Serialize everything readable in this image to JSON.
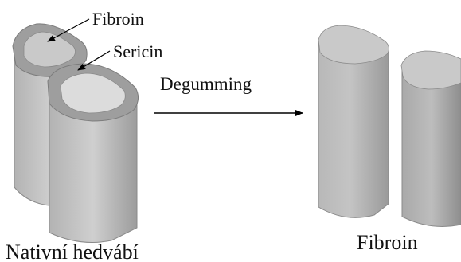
{
  "labels": {
    "fibroin_callout": "Fibroin",
    "sericin_callout": "Sericin",
    "process": "Degumming",
    "left_caption": "Nativní hedvábí",
    "right_caption": "Fibroin"
  },
  "colors": {
    "sericin_shell": "#9e9e9e",
    "fibroin_top": "#c9c9c9",
    "fibroin_body": "#b0b0b0",
    "arrow": "#000000",
    "text": "#111111"
  }
}
